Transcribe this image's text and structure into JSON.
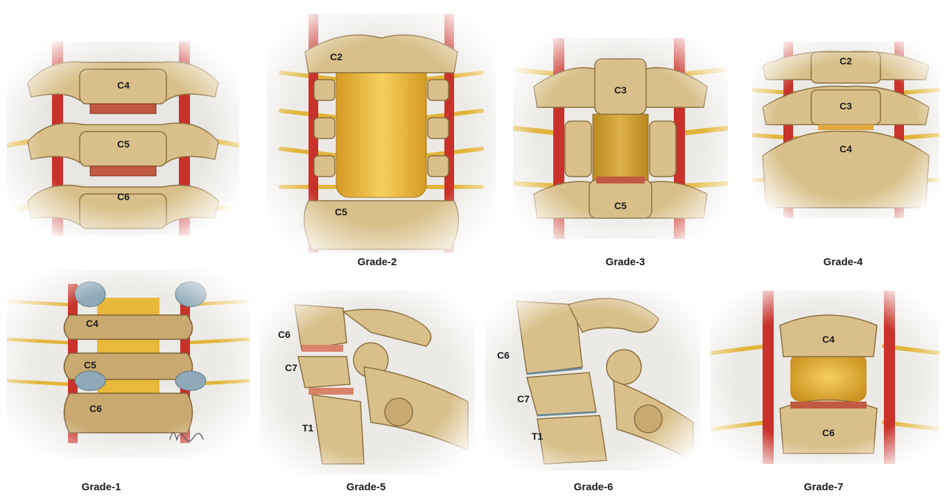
{
  "captions": {
    "grade1": "Grade-1",
    "grade2": "Grade-2",
    "grade3": "Grade-3",
    "grade4": "Grade-4",
    "grade5": "Grade-5",
    "grade6": "Grade-6",
    "grade7": "Grade-7"
  },
  "panels": {
    "grade1_top": {
      "vertebrae": [
        "C4",
        "C5",
        "C6"
      ]
    },
    "grade2": {
      "vertebrae": [
        "C2",
        "C5"
      ]
    },
    "grade3": {
      "vertebrae": [
        "C3",
        "C5"
      ]
    },
    "grade4": {
      "vertebrae": [
        "C2",
        "C3",
        "C4"
      ]
    },
    "grade1_bottom": {
      "vertebrae": [
        "C4",
        "C5",
        "C6"
      ]
    },
    "grade5": {
      "vertebrae": [
        "C6",
        "C7",
        "T1"
      ]
    },
    "grade6": {
      "vertebrae": [
        "C6",
        "C7",
        "T1"
      ]
    },
    "grade7": {
      "vertebrae": [
        "C4",
        "C6"
      ]
    }
  },
  "colors": {
    "bone": "#d9c08a",
    "bone_dark": "#b39460",
    "artery": "#c8322a",
    "nerve": "#e2b53a",
    "dura": "#e8b83a",
    "disc": "#8fa9b8"
  }
}
